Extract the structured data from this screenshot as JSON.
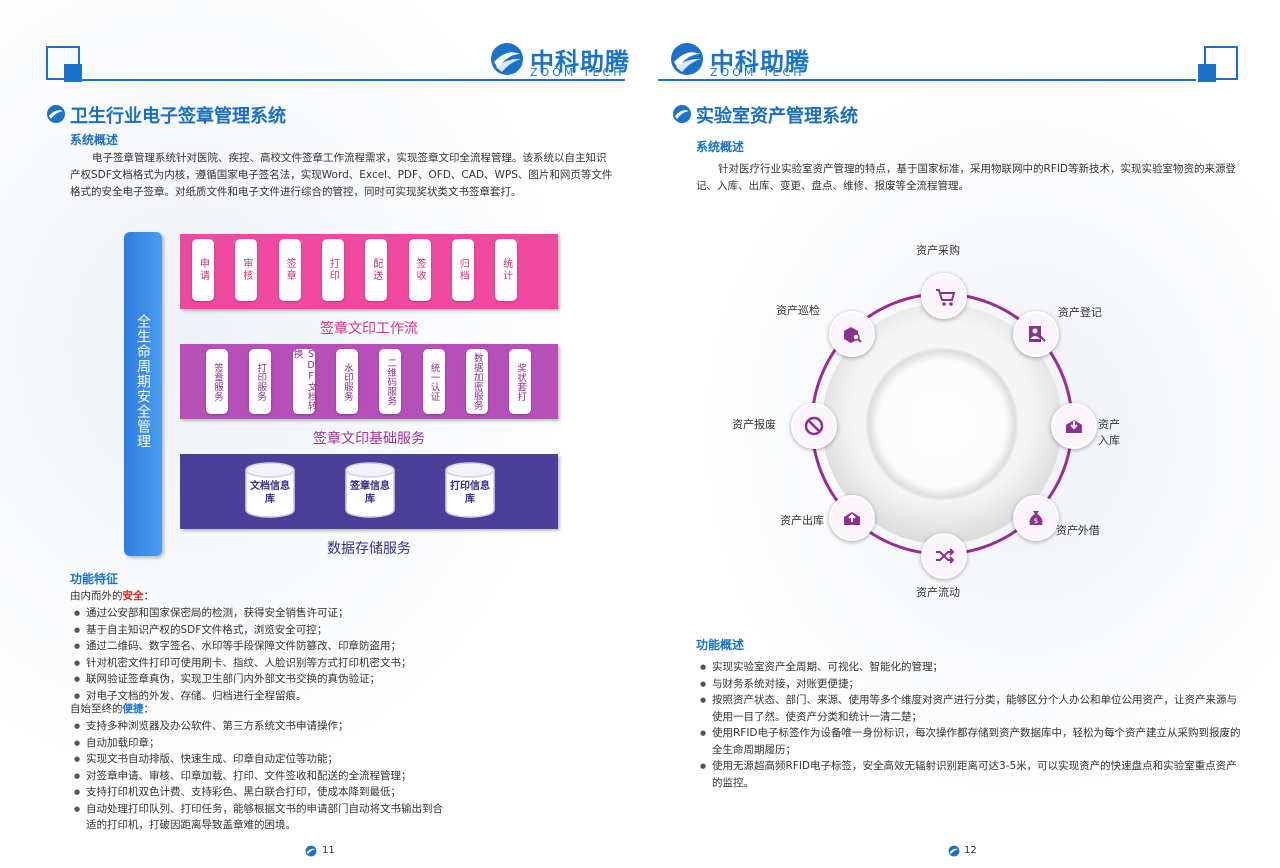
{
  "brand": {
    "name": "中科助腾",
    "sub": "ZOOM TECH"
  },
  "left": {
    "title": "卫生行业电子签章管理系统",
    "overview_title": "系统概述",
    "overview_text": "电子签章管理系统针对医院、疾控、高校文件签章工作流程需求，实现签章文印全流程管理。该系统以自主知识产权SDF文档格式为内核，遵循国家电子签名法，实现Word、Excel、PDF、OFD、CAD、WPS、图片和网页等文件格式的安全电子签章。对纸质文件和电子文件进行综合的管控，同时可实现奖状类文书签章套打。",
    "diagram": {
      "side_label": "全生命周期安全管理",
      "workflow_label": "签章文印工作流",
      "workflow_items": [
        "申请",
        "审核",
        "签章",
        "打印",
        "配送",
        "签收",
        "归档",
        "统计"
      ],
      "services_label": "签章文印基础服务",
      "service_items": [
        "签章服务",
        "打印服务",
        "SDF文档转换",
        "水印服务",
        "二维码服务",
        "统一认证",
        "数据加密服务",
        "奖状套打"
      ],
      "storage_label": "数据存储服务",
      "storage_items": [
        "文档信息库",
        "签章信息库",
        "打印信息库"
      ]
    },
    "features_title": "功能特征",
    "group1_prefix": "由内而外的",
    "group1_highlight": "安全",
    "group1_suffix": "：",
    "group1_items": [
      "通过公安部和国家保密局的检测，获得安全销售许可证；",
      "基于自主知识产权的SDF文件格式，浏览安全可控；",
      "通过二维码、数字签名、水印等手段保障文件防篡改、印章防盗用；",
      "针对机密文件打印可使用刷卡、指纹、人脸识别等方式打印机密文书；",
      "联网验证签章真伪，实现卫生部门内外部文书交换的真伪验证；",
      "对电子文档的外发、存储、归档进行全程留痕。"
    ],
    "group2_prefix": "自始至终的",
    "group2_highlight": "便捷",
    "group2_suffix": "：",
    "group2_items": [
      "支持多种浏览器及办公软件、第三方系统文书申请操作；",
      "自动加载印章；",
      "实现文书自动排版、快速生成、印章自动定位等功能；",
      "对签章申请、审核、印章加载、打印、文件签收和配送的全流程管理；",
      "支持打印机双色计费、支持彩色、黑白联合打印，使成本降到最低；",
      "自动处理打印队列、打印任务，能够根据文书的申请部门自动将文书输出到合适的打印机，打破因距离导致盖章难的困境。"
    ],
    "page_number": "11"
  },
  "right": {
    "title": "实验室资产管理系统",
    "overview_title": "系统概述",
    "overview_text": "针对医疗行业实验室资产管理的特点，基于国家标准，采用物联网中的RFID等新技术，实现实验室物资的来源登记、入库、出库、变更、盘点、维修、报废等全流程管理。",
    "cycle_nodes": [
      {
        "label": "资产采购",
        "icon": "cart-icon"
      },
      {
        "label": "资产登记",
        "icon": "register-icon"
      },
      {
        "label": "资产入库",
        "icon": "inbox-icon"
      },
      {
        "label": "资产外借",
        "icon": "money-bag-icon"
      },
      {
        "label": "资产流动",
        "icon": "shuffle-icon"
      },
      {
        "label": "资产出库",
        "icon": "outbox-icon"
      },
      {
        "label": "资产报废",
        "icon": "forbidden-icon"
      },
      {
        "label": "资产巡检",
        "icon": "inspect-icon"
      }
    ],
    "features_title": "功能概述",
    "features": [
      "实现实验室资产全周期、可视化、智能化的管理；",
      "与财务系统对接，对账更便捷；",
      "按照资产状态、部门、来源、使用等多个维度对资产进行分类，能够区分个人办公和单位公用资产，让资产来源与使用一目了然。使资产分类和统计一清二楚；",
      "使用RFID电子标签作为设备唯一身份标识，每次操作都存储到资产数据库中，轻松为每个资产建立从采购到报废的全生命周期履历；",
      "使用无源超高频RFID电子标签，安全高效无辐射识别距离可达3-5米，可以实现资产的快速盘点和实验室重点资产的监控。"
    ],
    "page_number": "12"
  },
  "colors": {
    "brand_blue": "#1a73c9",
    "workflow_pink": "#f04aa0",
    "services_purple": "#b64fb8",
    "storage_indigo": "#4b3f99",
    "cycle_ring": "#9b2d8f",
    "highlight_red": "#e0201b"
  }
}
